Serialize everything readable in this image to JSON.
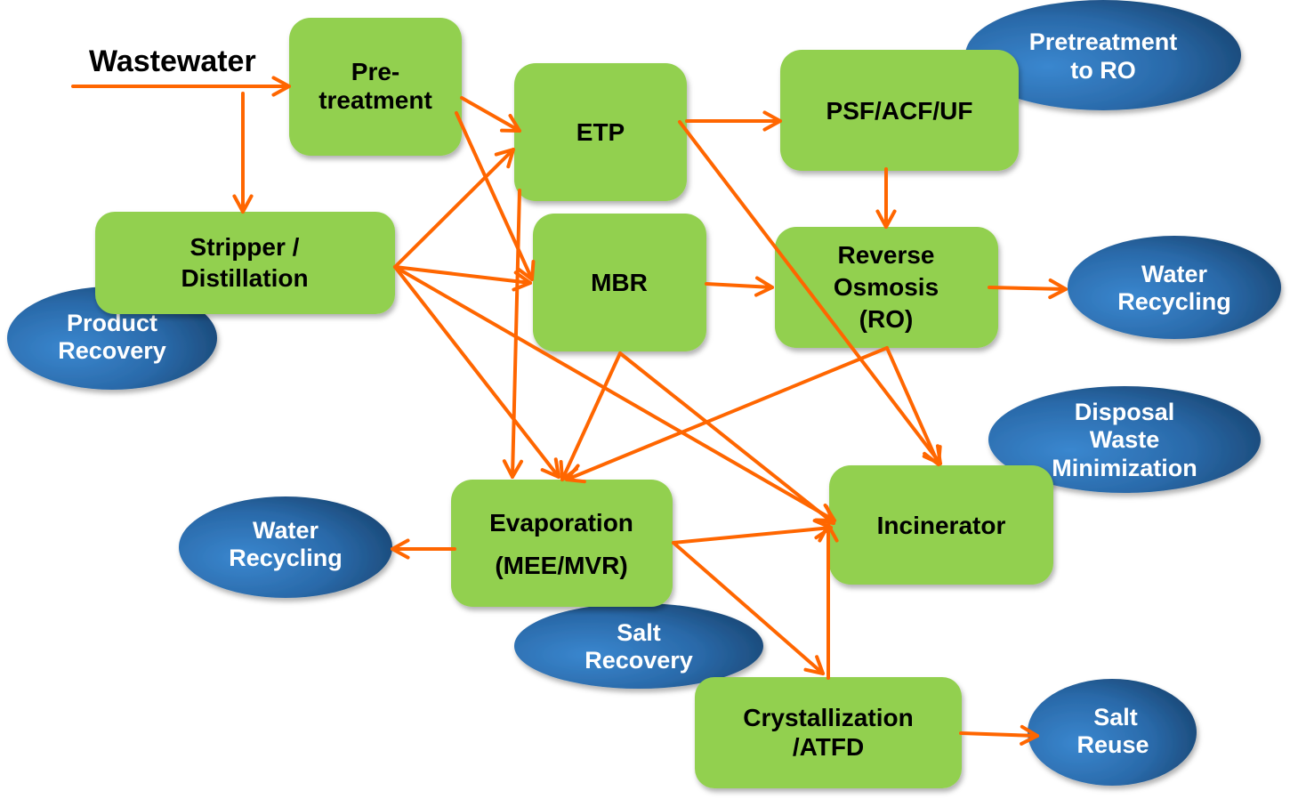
{
  "diagram": {
    "title": "Wastewater",
    "colors": {
      "process_box": "#92d050",
      "outcome_ellipse": "#2e75b6",
      "arrow": "#ff6600",
      "process_text": "#000000",
      "outcome_text": "#ffffff"
    },
    "process_nodes": [
      {
        "id": "pretreatment",
        "lines": [
          "Pre-",
          "treatment"
        ]
      },
      {
        "id": "etp",
        "lines": [
          "ETP"
        ]
      },
      {
        "id": "psf-acf-uf",
        "lines": [
          "PSF/ACF/UF"
        ]
      },
      {
        "id": "stripper",
        "lines": [
          "Stripper /",
          "Distillation"
        ]
      },
      {
        "id": "mbr",
        "lines": [
          "MBR"
        ]
      },
      {
        "id": "ro",
        "lines": [
          "Reverse",
          "Osmosis",
          "(RO)"
        ]
      },
      {
        "id": "evaporation",
        "lines": [
          "Evaporation",
          "(MEE/MVR)"
        ]
      },
      {
        "id": "incinerator",
        "lines": [
          "Incinerator"
        ]
      },
      {
        "id": "crystallization",
        "lines": [
          "Crystallization",
          "/ATFD"
        ]
      }
    ],
    "outcome_nodes": [
      {
        "id": "pretreatment-to-ro",
        "lines": [
          "Pretreatment",
          "to RO"
        ]
      },
      {
        "id": "product-recovery",
        "lines": [
          "Product",
          "Recovery"
        ]
      },
      {
        "id": "water-recycling-ro",
        "lines": [
          "Water",
          "Recycling"
        ]
      },
      {
        "id": "disposal-waste-min",
        "lines": [
          "Disposal",
          "Waste",
          "Minimization"
        ]
      },
      {
        "id": "water-recycling-evap",
        "lines": [
          "Water",
          "Recycling"
        ]
      },
      {
        "id": "salt-recovery",
        "lines": [
          "Salt",
          "Recovery"
        ]
      },
      {
        "id": "salt-reuse",
        "lines": [
          "Salt",
          "Reuse"
        ]
      }
    ],
    "edges": [
      {
        "from": "wastewater",
        "to": "pretreatment"
      },
      {
        "from": "wastewater",
        "to": "stripper"
      },
      {
        "from": "pretreatment",
        "to": "etp"
      },
      {
        "from": "pretreatment",
        "to": "mbr"
      },
      {
        "from": "stripper",
        "to": "etp"
      },
      {
        "from": "stripper",
        "to": "mbr"
      },
      {
        "from": "stripper",
        "to": "evaporation"
      },
      {
        "from": "stripper",
        "to": "incinerator"
      },
      {
        "from": "etp",
        "to": "psf-acf-uf"
      },
      {
        "from": "etp",
        "to": "evaporation"
      },
      {
        "from": "etp",
        "to": "incinerator"
      },
      {
        "from": "psf-acf-uf",
        "to": "ro"
      },
      {
        "from": "mbr",
        "to": "ro"
      },
      {
        "from": "mbr",
        "to": "evaporation"
      },
      {
        "from": "mbr",
        "to": "incinerator"
      },
      {
        "from": "ro",
        "to": "water-recycling-ro"
      },
      {
        "from": "ro",
        "to": "evaporation"
      },
      {
        "from": "ro",
        "to": "incinerator"
      },
      {
        "from": "evaporation",
        "to": "water-recycling-evap"
      },
      {
        "from": "evaporation",
        "to": "incinerator"
      },
      {
        "from": "evaporation",
        "to": "crystallization"
      },
      {
        "from": "crystallization",
        "to": "incinerator"
      },
      {
        "from": "crystallization",
        "to": "salt-reuse"
      }
    ]
  }
}
